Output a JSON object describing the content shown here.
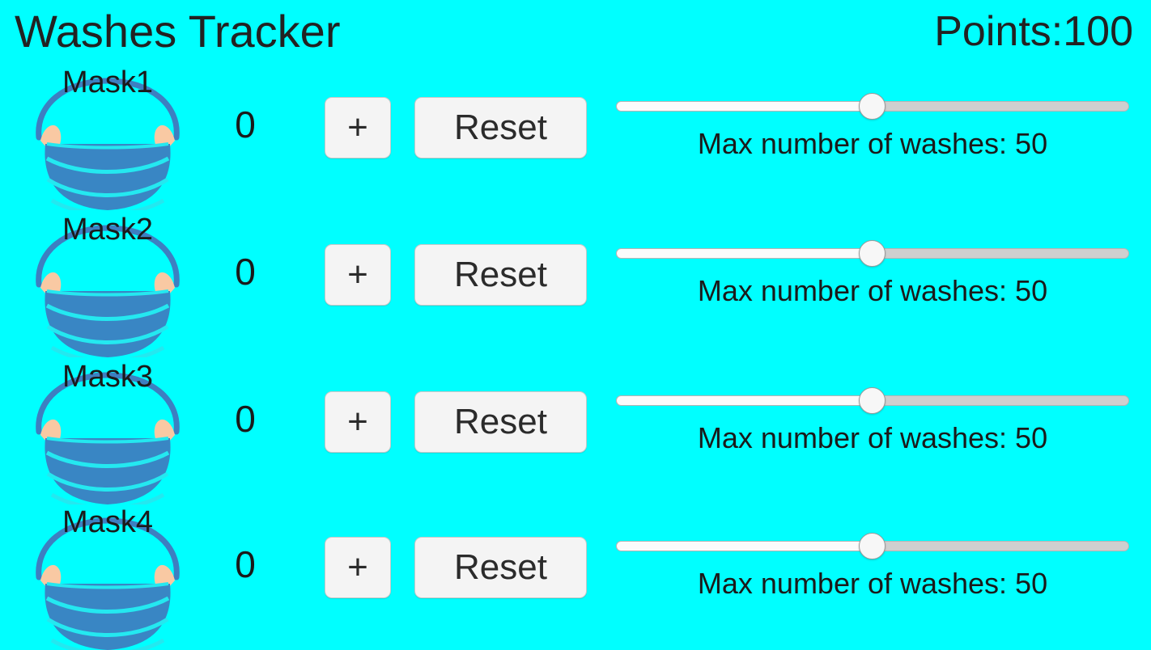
{
  "header": {
    "title": "Washes Tracker",
    "points_label": "Points:",
    "points_value": "100"
  },
  "colors": {
    "background": "#00ffff",
    "mask_body": "#3986c4",
    "mask_pleat_line": "#24e8f0",
    "mask_strap": "#3d7fc1",
    "mask_ear": "#f9c9a3",
    "button_face": "#f4f4f4",
    "button_border": "#c8c8c8",
    "track_empty": "#cfcfcf",
    "track_fill": "#fbfbfb",
    "thumb": "#f7f7f7",
    "text": "#1a1a1a"
  },
  "controls": {
    "increment_label": "+",
    "reset_label": "Reset",
    "slider_min": 0,
    "slider_max": 100,
    "mask_icon_name": "face-mask-icon"
  },
  "rows": [
    {
      "name": "Mask1",
      "count": "0",
      "increment_label": "+",
      "reset_label": "Reset",
      "slider_value": 50,
      "slider_percent": 50,
      "caption": "Max number of washes: 50"
    },
    {
      "name": "Mask2",
      "count": "0",
      "increment_label": "+",
      "reset_label": "Reset",
      "slider_value": 50,
      "slider_percent": 50,
      "caption": "Max number of washes: 50"
    },
    {
      "name": "Mask3",
      "count": "0",
      "increment_label": "+",
      "reset_label": "Reset",
      "slider_value": 50,
      "slider_percent": 50,
      "caption": "Max number of washes: 50"
    },
    {
      "name": "Mask4",
      "count": "0",
      "increment_label": "+",
      "reset_label": "Reset",
      "slider_value": 50,
      "slider_percent": 50,
      "caption": "Max number of washes: 50"
    }
  ]
}
